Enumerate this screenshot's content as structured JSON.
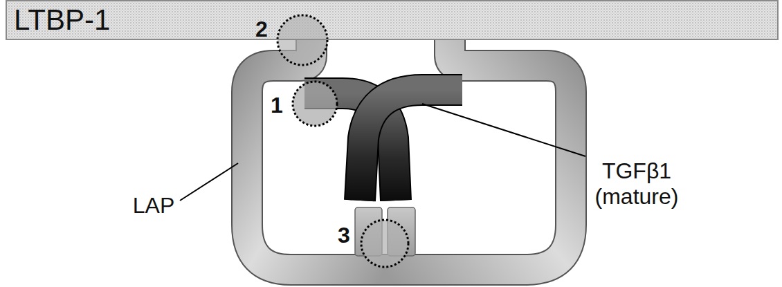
{
  "diagram": {
    "nodes": [
      {
        "text": [
          "LTBP-1"
        ]
      }
    ],
    "labels": [
      "2",
      "1",
      "LAP",
      "TGFβ1 (mature)",
      "3"
    ]
  }
}
